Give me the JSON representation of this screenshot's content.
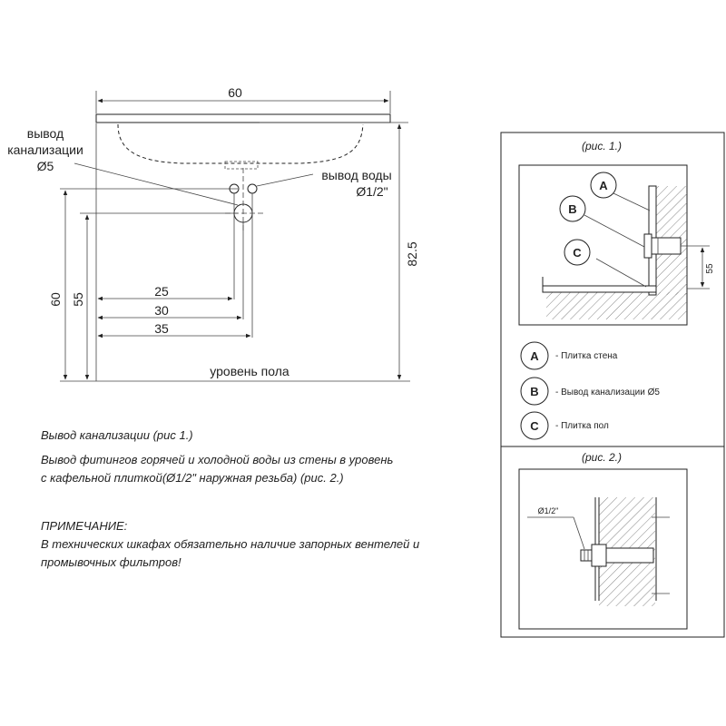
{
  "main_drawing": {
    "dim_top_width": "60",
    "label_drain_line1": "вывод",
    "label_drain_line2": "канализации",
    "label_drain_line3": "Ø5",
    "label_water_line1": "вывод воды",
    "label_water_line2": "Ø1/2\"",
    "dim_height_total": "82.5",
    "dim_left_60": "60",
    "dim_left_55": "55",
    "dim_25": "25",
    "dim_30": "30",
    "dim_35": "35",
    "floor_level": "уровень пола"
  },
  "notes": {
    "line1": "Вывод канализации (рис 1.)",
    "line2a": "Вывод фитингов горячей и холодной воды из стены в уровень",
    "line2b": "с кафельной плиткой(Ø1/2\" наружная резьба) (рис. 2.)",
    "note_title": "ПРИМЕЧАНИЕ:",
    "note_line1": "В технических шкафах обязательно наличие запорных вентелей и",
    "note_line2": "промывочных фильтров!"
  },
  "fig1": {
    "caption": "(рис. 1.)",
    "marker_a": "A",
    "marker_b": "B",
    "marker_c": "C",
    "dim_55": "55"
  },
  "legend": [
    {
      "marker": "A",
      "text": "- Плитка стена"
    },
    {
      "marker": "B",
      "text": "- Вывод канализации   Ø5"
    },
    {
      "marker": "C",
      "text": "- Плитка пол"
    }
  ],
  "fig2": {
    "caption": "(рис. 2.)",
    "label_thread": "Ø1/2\""
  }
}
